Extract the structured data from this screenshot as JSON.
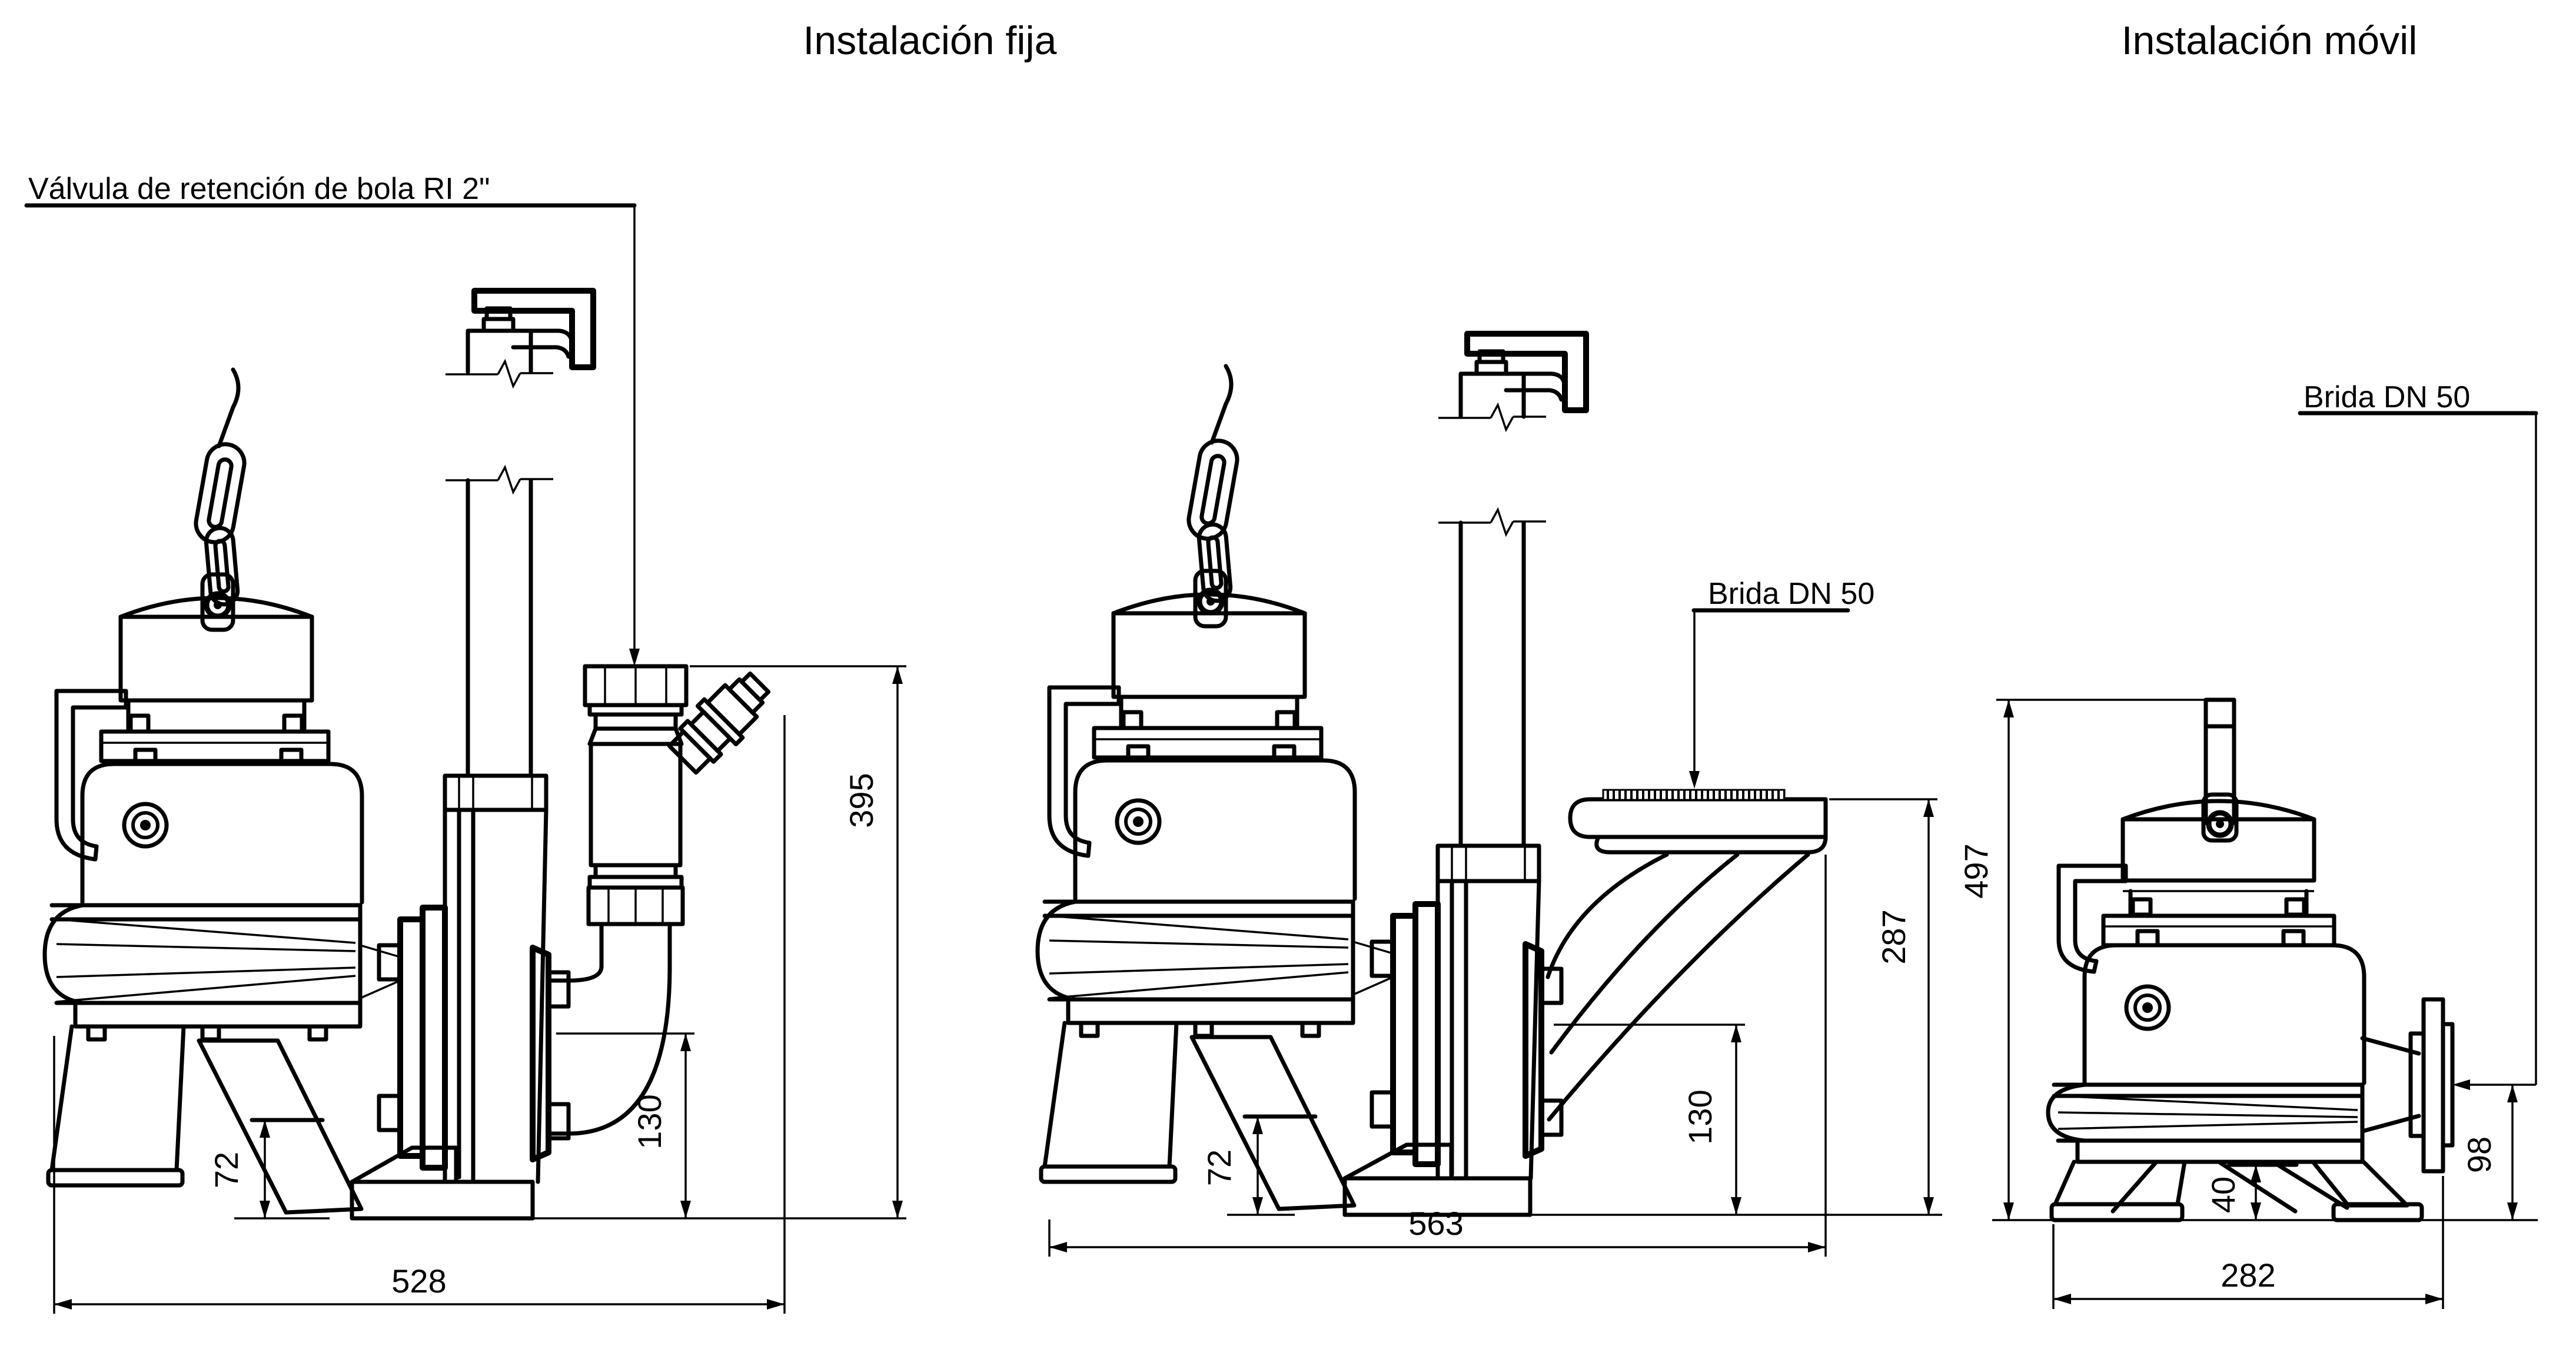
{
  "document": {
    "type": "pump-installation-technical-drawing",
    "background_color": "#ffffff",
    "line_color": "#000000"
  },
  "fixed_installation": {
    "title": "Instalación fija",
    "valve_label": "Válvula de retención de bola RI 2\"",
    "variant_threaded": {
      "overall_height": "395",
      "outlet_height": "130",
      "suction_height": "72",
      "overall_width": "528"
    },
    "variant_flanged": {
      "flange_label": "Brida DN 50",
      "flange_height": "287",
      "outlet_height": "130",
      "suction_height": "72",
      "overall_width": "563"
    }
  },
  "mobile_installation": {
    "title": "Instalación móvil",
    "flange_label": "Brida DN 50",
    "overall_height": "497",
    "outlet_height": "98",
    "suction_height": "40",
    "overall_width": "282"
  }
}
